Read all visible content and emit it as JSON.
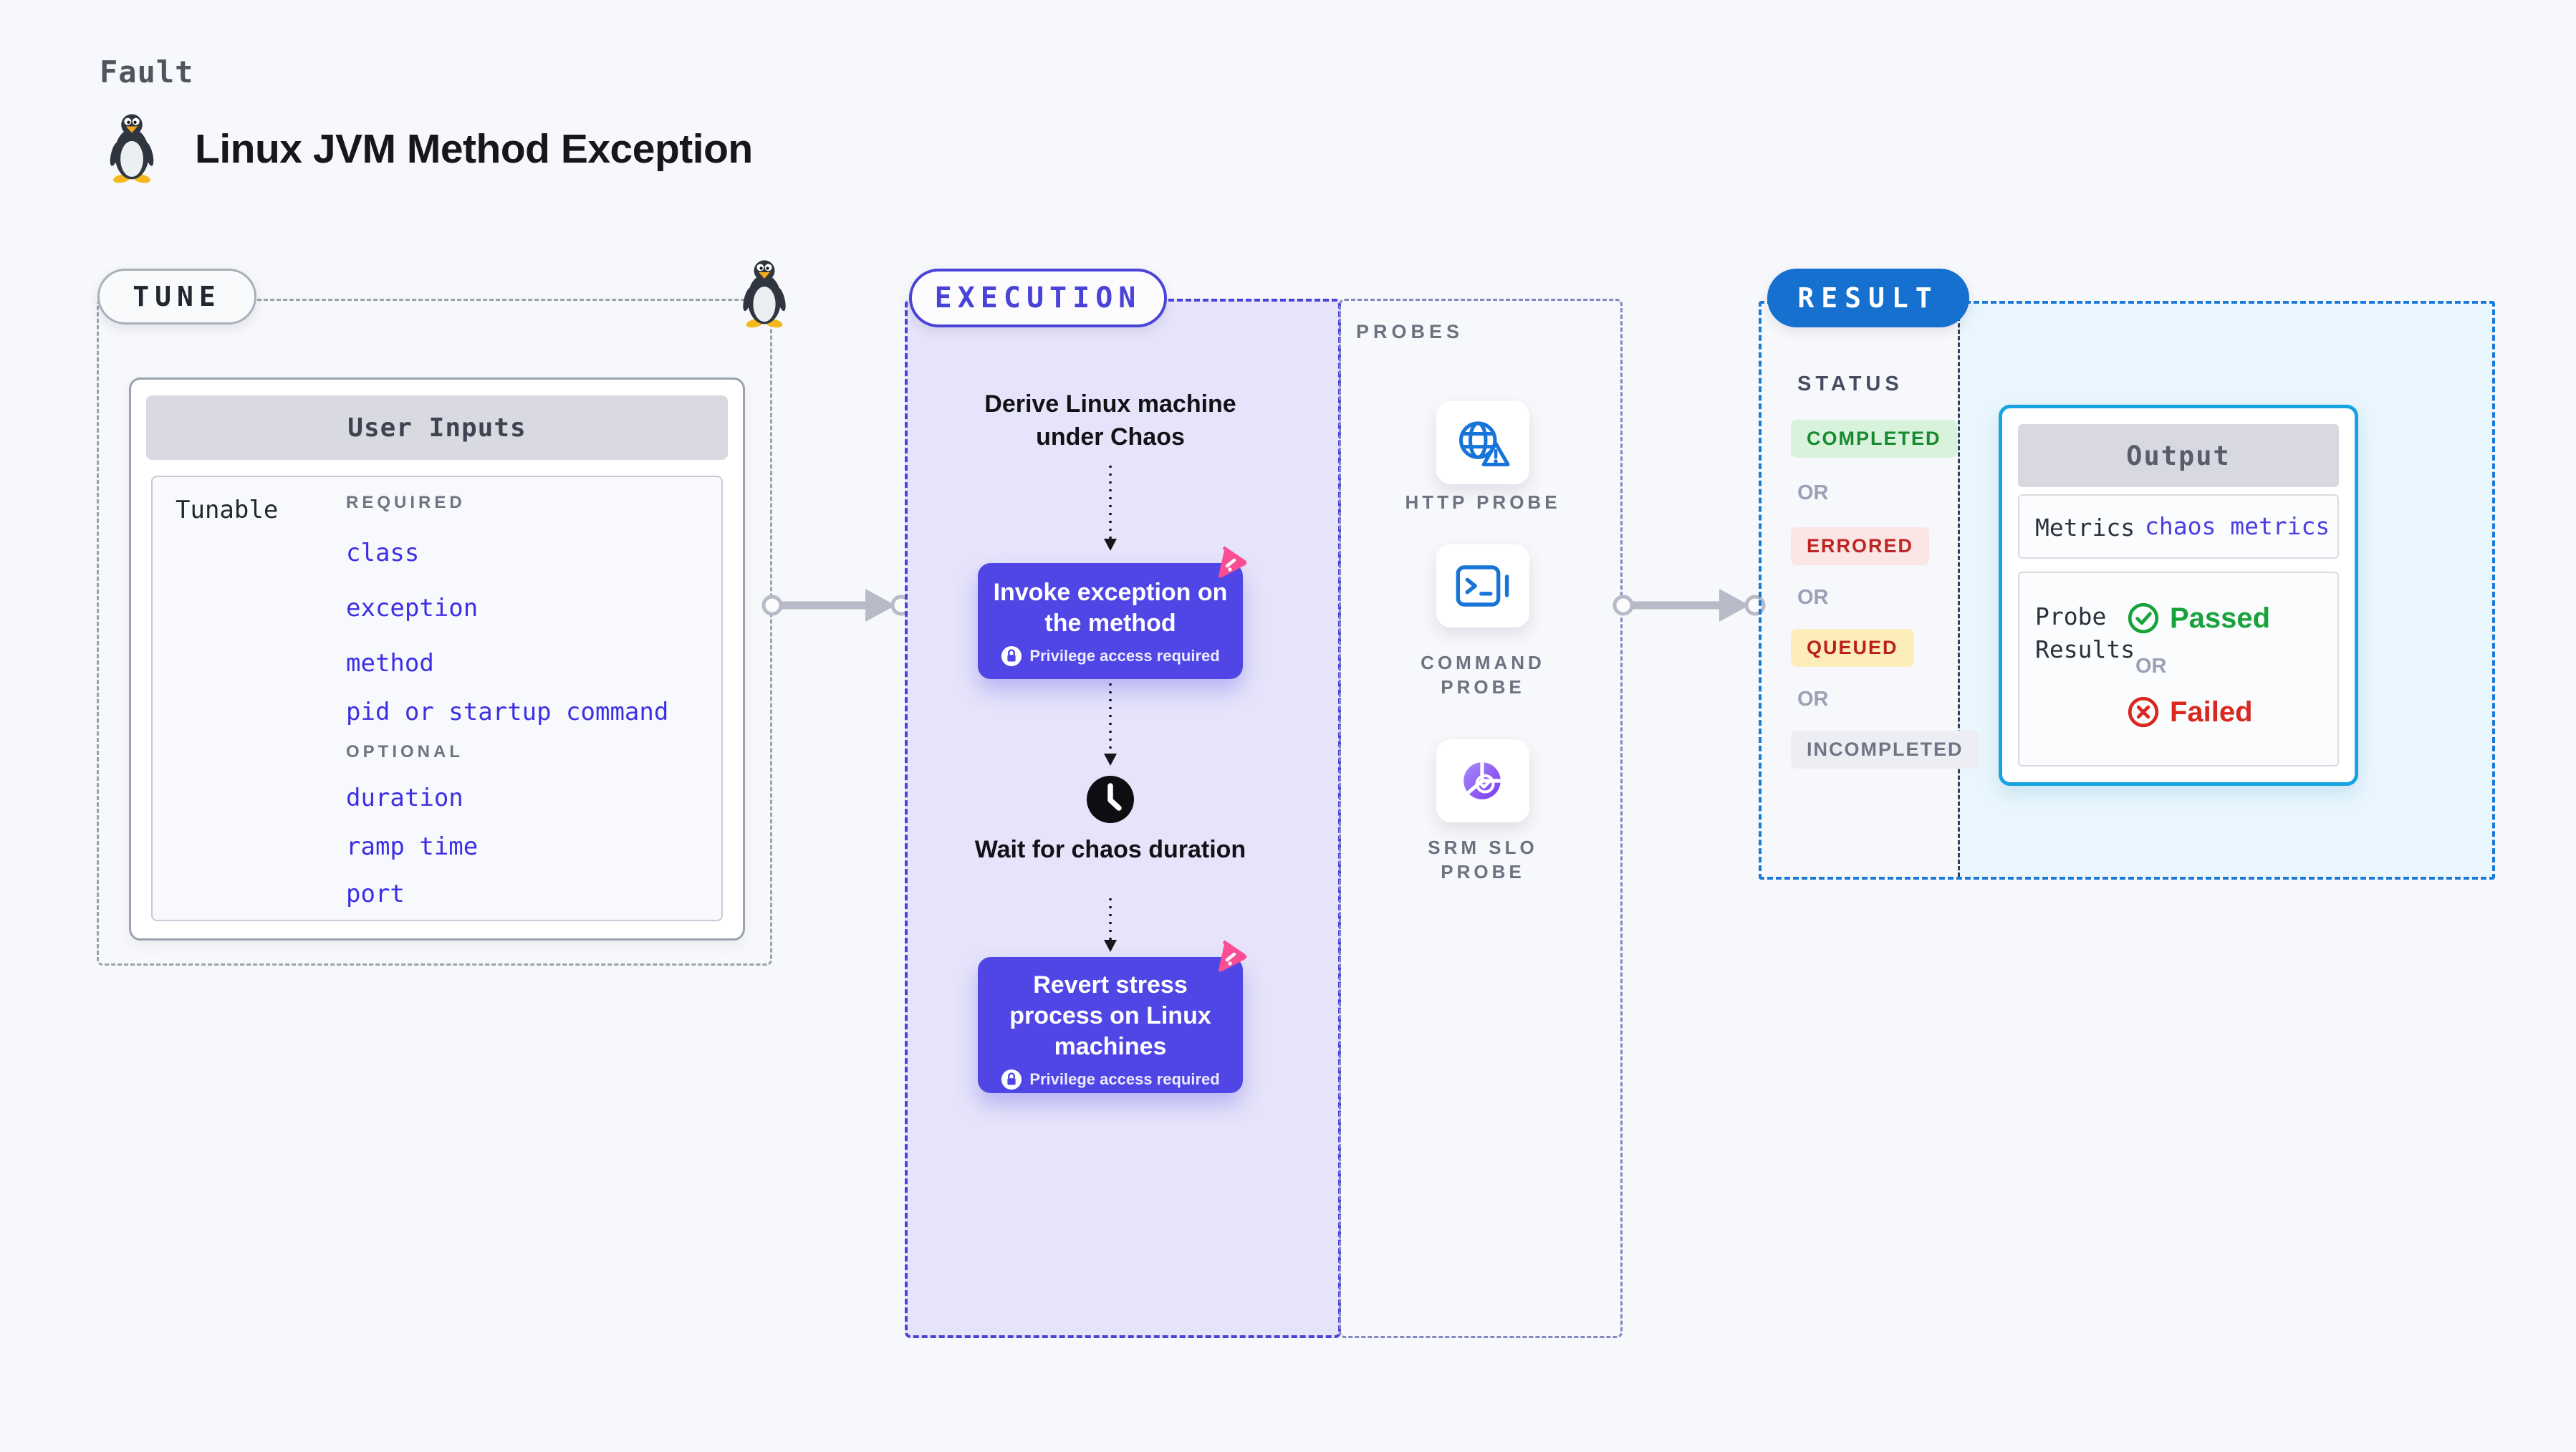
{
  "page": {
    "kicker": "Fault",
    "title": "Linux JVM Method Exception"
  },
  "tune": {
    "badge": "TUNE",
    "card_title": "User Inputs",
    "row_label": "Tunable",
    "required_heading": "REQUIRED",
    "required_items": [
      "class",
      "exception",
      "method",
      "pid or startup command"
    ],
    "optional_heading": "OPTIONAL",
    "optional_items": [
      "duration",
      "ramp time",
      "port"
    ]
  },
  "execution": {
    "badge": "EXECUTION",
    "steps": {
      "derive": "Derive Linux machine under Chaos",
      "invoke": {
        "title": "Invoke exception on the method",
        "note": "Privilege access required"
      },
      "wait": "Wait for chaos duration",
      "revert": {
        "title": "Revert stress process on Linux machines",
        "note": "Privilege access required"
      }
    }
  },
  "probes": {
    "heading": "PROBES",
    "items": [
      {
        "label": "HTTP PROBE",
        "icon": "globe-alert-icon"
      },
      {
        "label": "COMMAND PROBE",
        "icon": "terminal-icon"
      },
      {
        "label": "SRM SLO PROBE",
        "icon": "slo-donut-icon"
      }
    ]
  },
  "result": {
    "badge": "RESULT",
    "status_heading": "STATUS",
    "or_label": "OR",
    "statuses": [
      {
        "label": "COMPLETED",
        "type": "success"
      },
      {
        "label": "ERRORED",
        "type": "error"
      },
      {
        "label": "QUEUED",
        "type": "warning"
      },
      {
        "label": "INCOMPLETED",
        "type": "neutral"
      }
    ],
    "output": {
      "title": "Output",
      "metrics_label": "Metrics",
      "metrics_value": "chaos metrics",
      "probe_results_label": "Probe Results",
      "passed_label": "Passed",
      "or_label": "OR",
      "failed_label": "Failed"
    }
  },
  "colors": {
    "purple": "#4f46e5",
    "lavender": "#e6e4fa",
    "indigo_border": "#4a43d7",
    "gray_border": "#9aa2ad",
    "result_blue": "#1570cf",
    "result_dash": "#1b79d8",
    "cyan_border": "#17a3e1",
    "cyan_bg": "#e9f6fd",
    "link_blue": "#3c30e4",
    "pink": "#fb4d94",
    "success_green": "#17a23a",
    "failed_red": "#d8281f"
  }
}
